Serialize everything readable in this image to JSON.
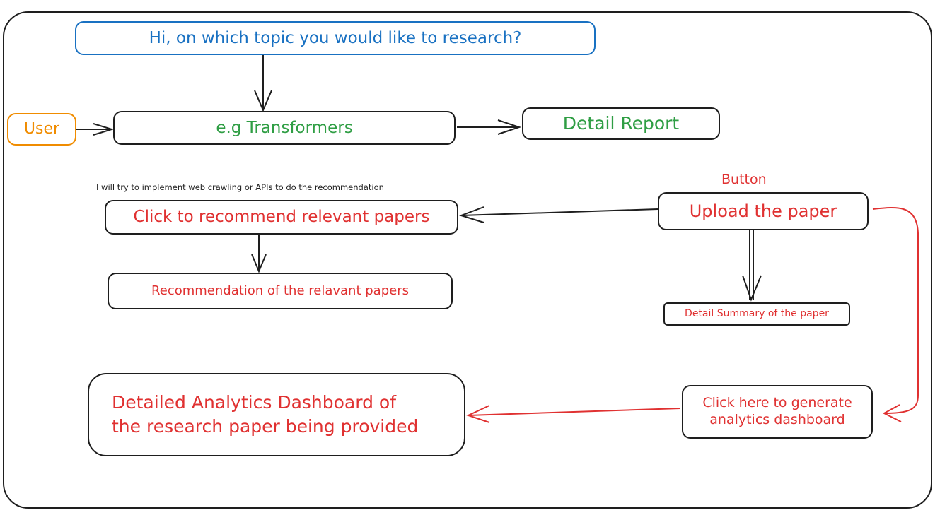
{
  "prompt_box": "Hi, on which topic you would like to research?",
  "user_box": "User",
  "topic_input": "e.g Transformers",
  "detail_report": "Detail Report",
  "web_crawl_note": "I will try to implement web crawling or APIs to do the recommendation",
  "recommend_button": "Click to recommend relevant papers",
  "recommendation_result": "Recommendation of the relavant papers",
  "button_label": "Button",
  "upload_button": "Upload the paper",
  "summary_box": "Detail Summary of the paper",
  "analytics_button": {
    "line1": "Click here to generate",
    "line2": "analytics dashboard"
  },
  "dashboard_box": {
    "line1": "Detailed Analytics Dashboard of",
    "line2": "the research paper being provided"
  },
  "colors": {
    "blue": "#1971c2",
    "orange": "#f08c00",
    "green": "#2f9e44",
    "red": "#e03131",
    "stroke": "#1e1e1e"
  }
}
